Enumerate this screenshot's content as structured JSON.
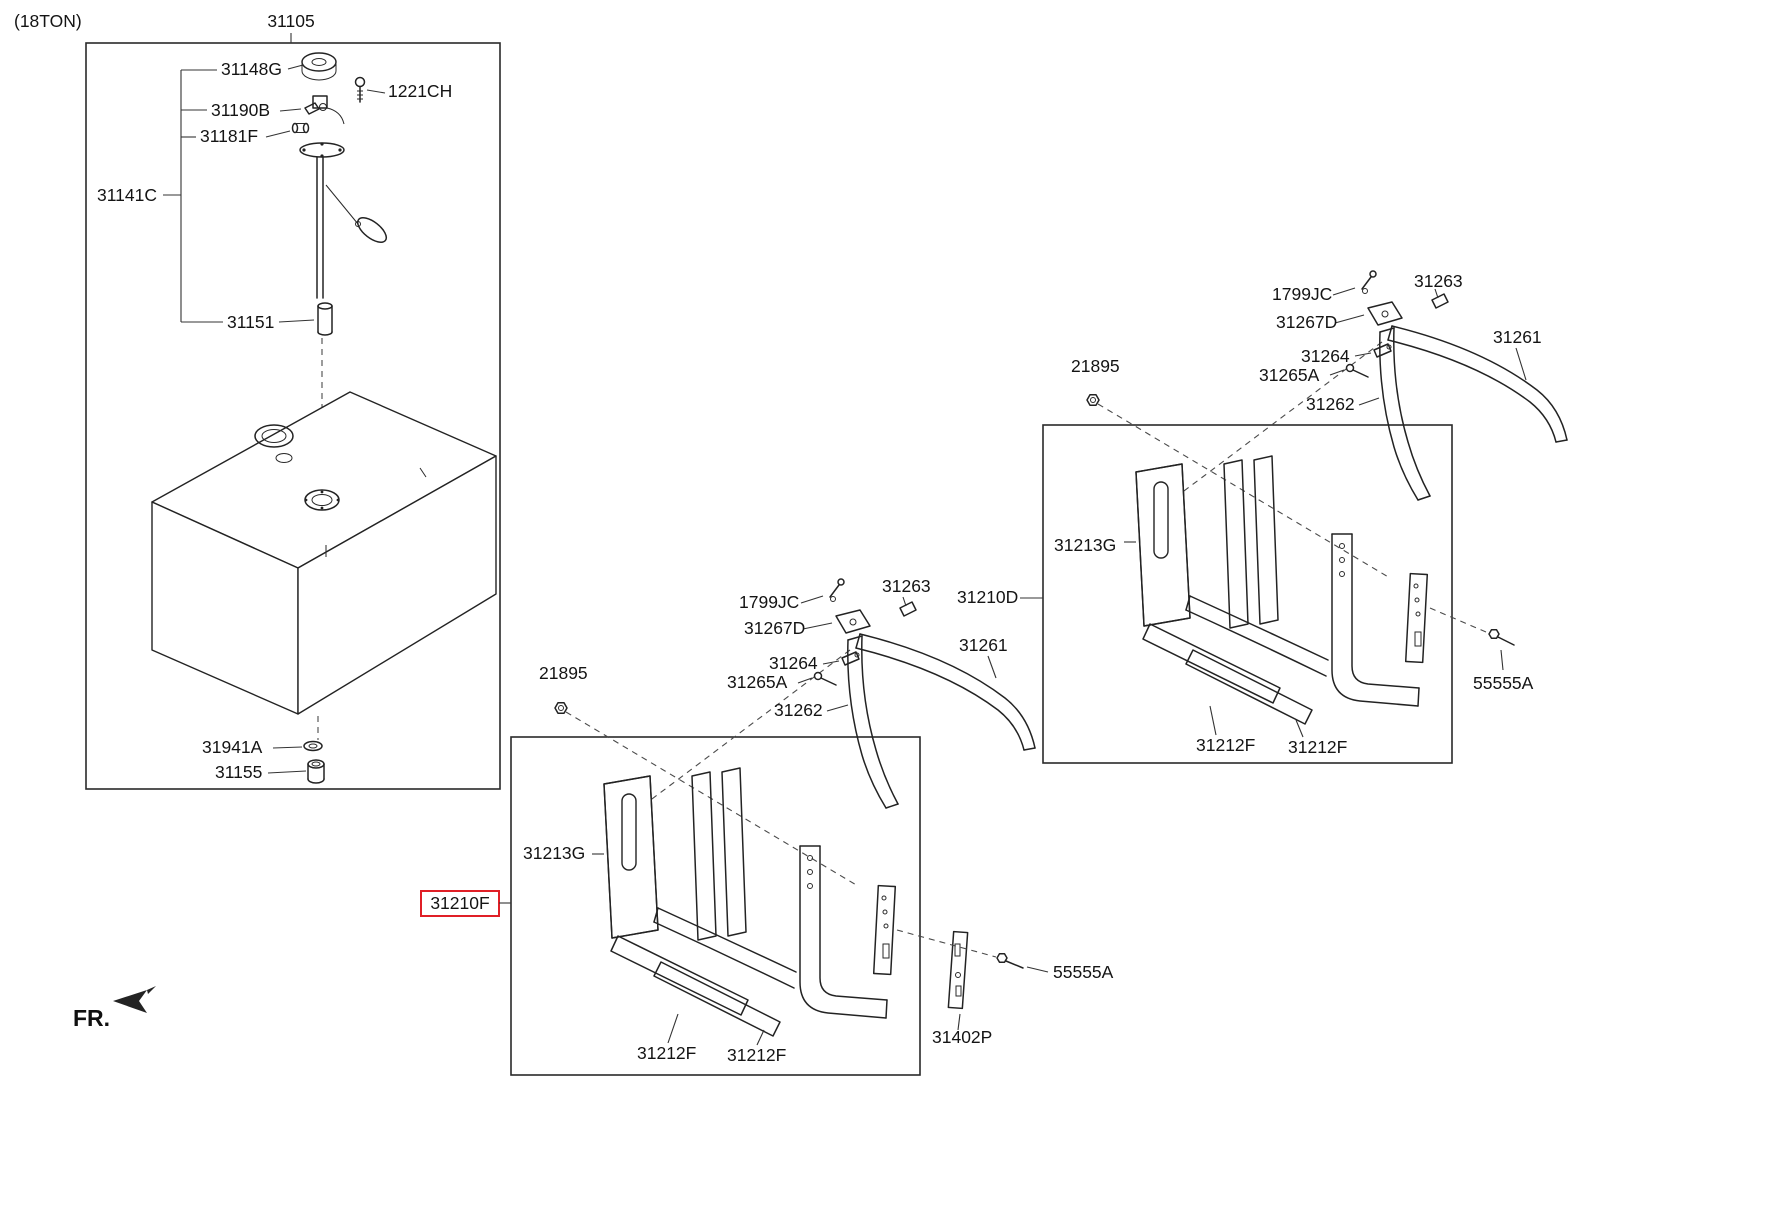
{
  "diagram": {
    "variant": "(18TON)",
    "fr": "FR.",
    "highlight": "#e01f26"
  },
  "labels": {
    "p31105": "31105",
    "p31148G": "31148G",
    "p1221CH": "1221CH",
    "p31190B": "31190B",
    "p31181F": "31181F",
    "p31141C": "31141C",
    "p31151": "31151",
    "p31941A": "31941A",
    "p31155": "31155",
    "p21895": "21895",
    "p1799JC": "1799JC",
    "p31267D": "31267D",
    "p31263": "31263",
    "p31264": "31264",
    "p31265A": "31265A",
    "p31261": "31261",
    "p31262": "31262",
    "p31210D": "31210D",
    "p31210F": "31210F",
    "p31213G": "31213G",
    "p31212F": "31212F",
    "p55555A": "55555A",
    "p31402P": "31402P"
  }
}
